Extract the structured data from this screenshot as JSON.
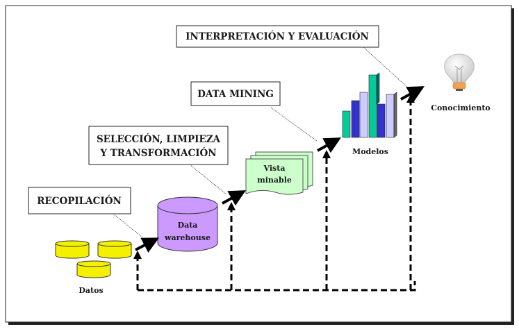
{
  "stages": {
    "recopilacion": "RECOPILACIÓN",
    "seleccion_line1": "SELECCIÓN, LIMPIEZA",
    "seleccion_line2": "Y TRANSFORMACIÓN",
    "data_mining": "DATA MINING",
    "interpretacion": "INTERPRETACIÓN Y EVALUACIÓN"
  },
  "nodes": {
    "datos": "Datos",
    "warehouse_line1": "Data",
    "warehouse_line2": "warehouse",
    "vista_line1": "Vista",
    "vista_line2": "minable",
    "modelos": "Modelos",
    "conocimiento": "Conocimiento"
  },
  "colors": {
    "datos": "#f5f000",
    "warehouse": "#cc99ff",
    "vista": "#ccffcc",
    "bar_teal": "#00cc99",
    "bar_blue": "#3333cc",
    "bar_lavender": "#ccccff",
    "bulb_base": "#f0a050"
  },
  "icons": [
    "database-icon",
    "document-stack-icon",
    "bar-chart-icon",
    "lightbulb-icon"
  ]
}
